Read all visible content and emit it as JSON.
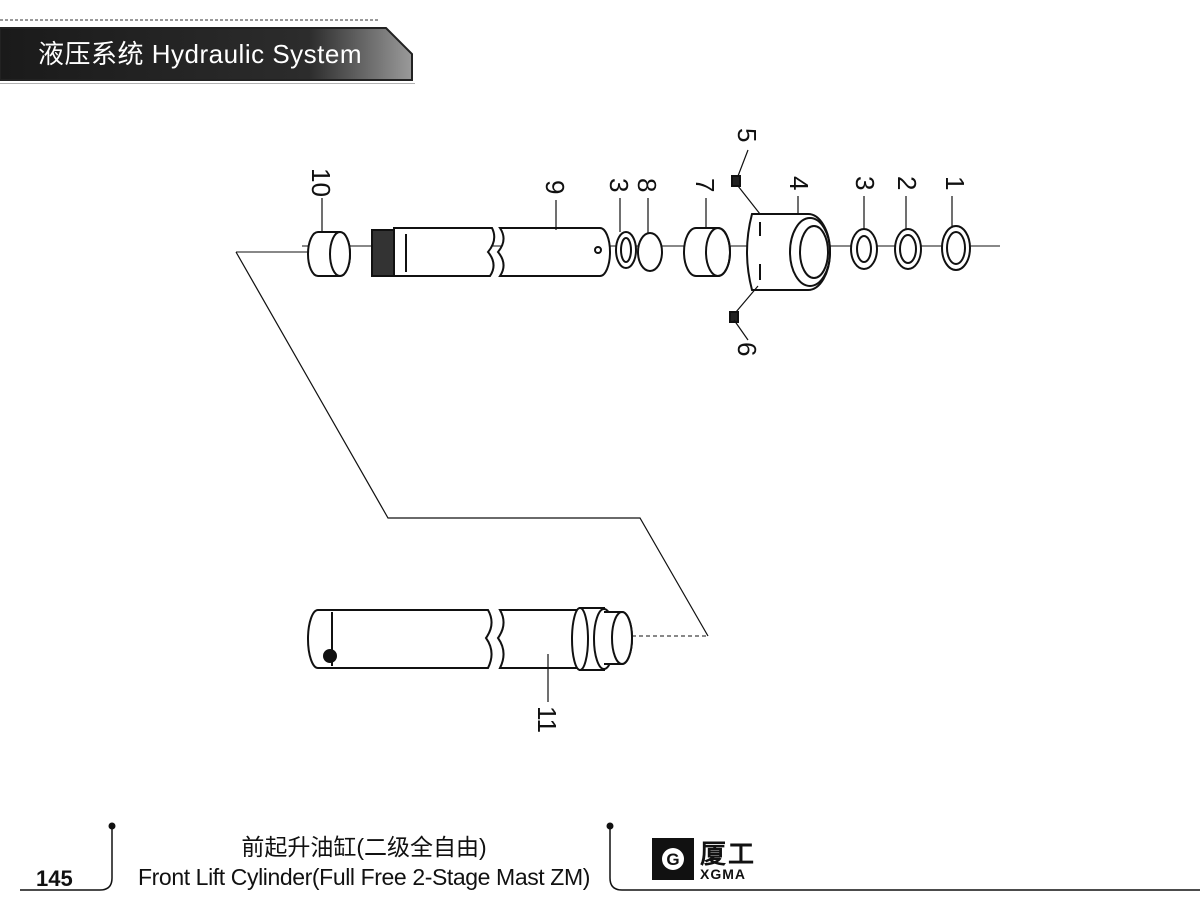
{
  "header": {
    "section_title": "液压系统  Hydraulic System"
  },
  "callouts": [
    "1",
    "2",
    "3",
    "3",
    "4",
    "5",
    "6",
    "7",
    "8",
    "9",
    "10",
    "11"
  ],
  "footer": {
    "page_number": "145",
    "title_zh": "前起升油缸(二级全自由)",
    "title_en": "Front Lift Cylinder(Full Free 2-Stage Mast ZM)",
    "brand_zh": "厦工",
    "brand_en": "XGMA",
    "logo_icon": "xgma-g-logo-icon"
  }
}
